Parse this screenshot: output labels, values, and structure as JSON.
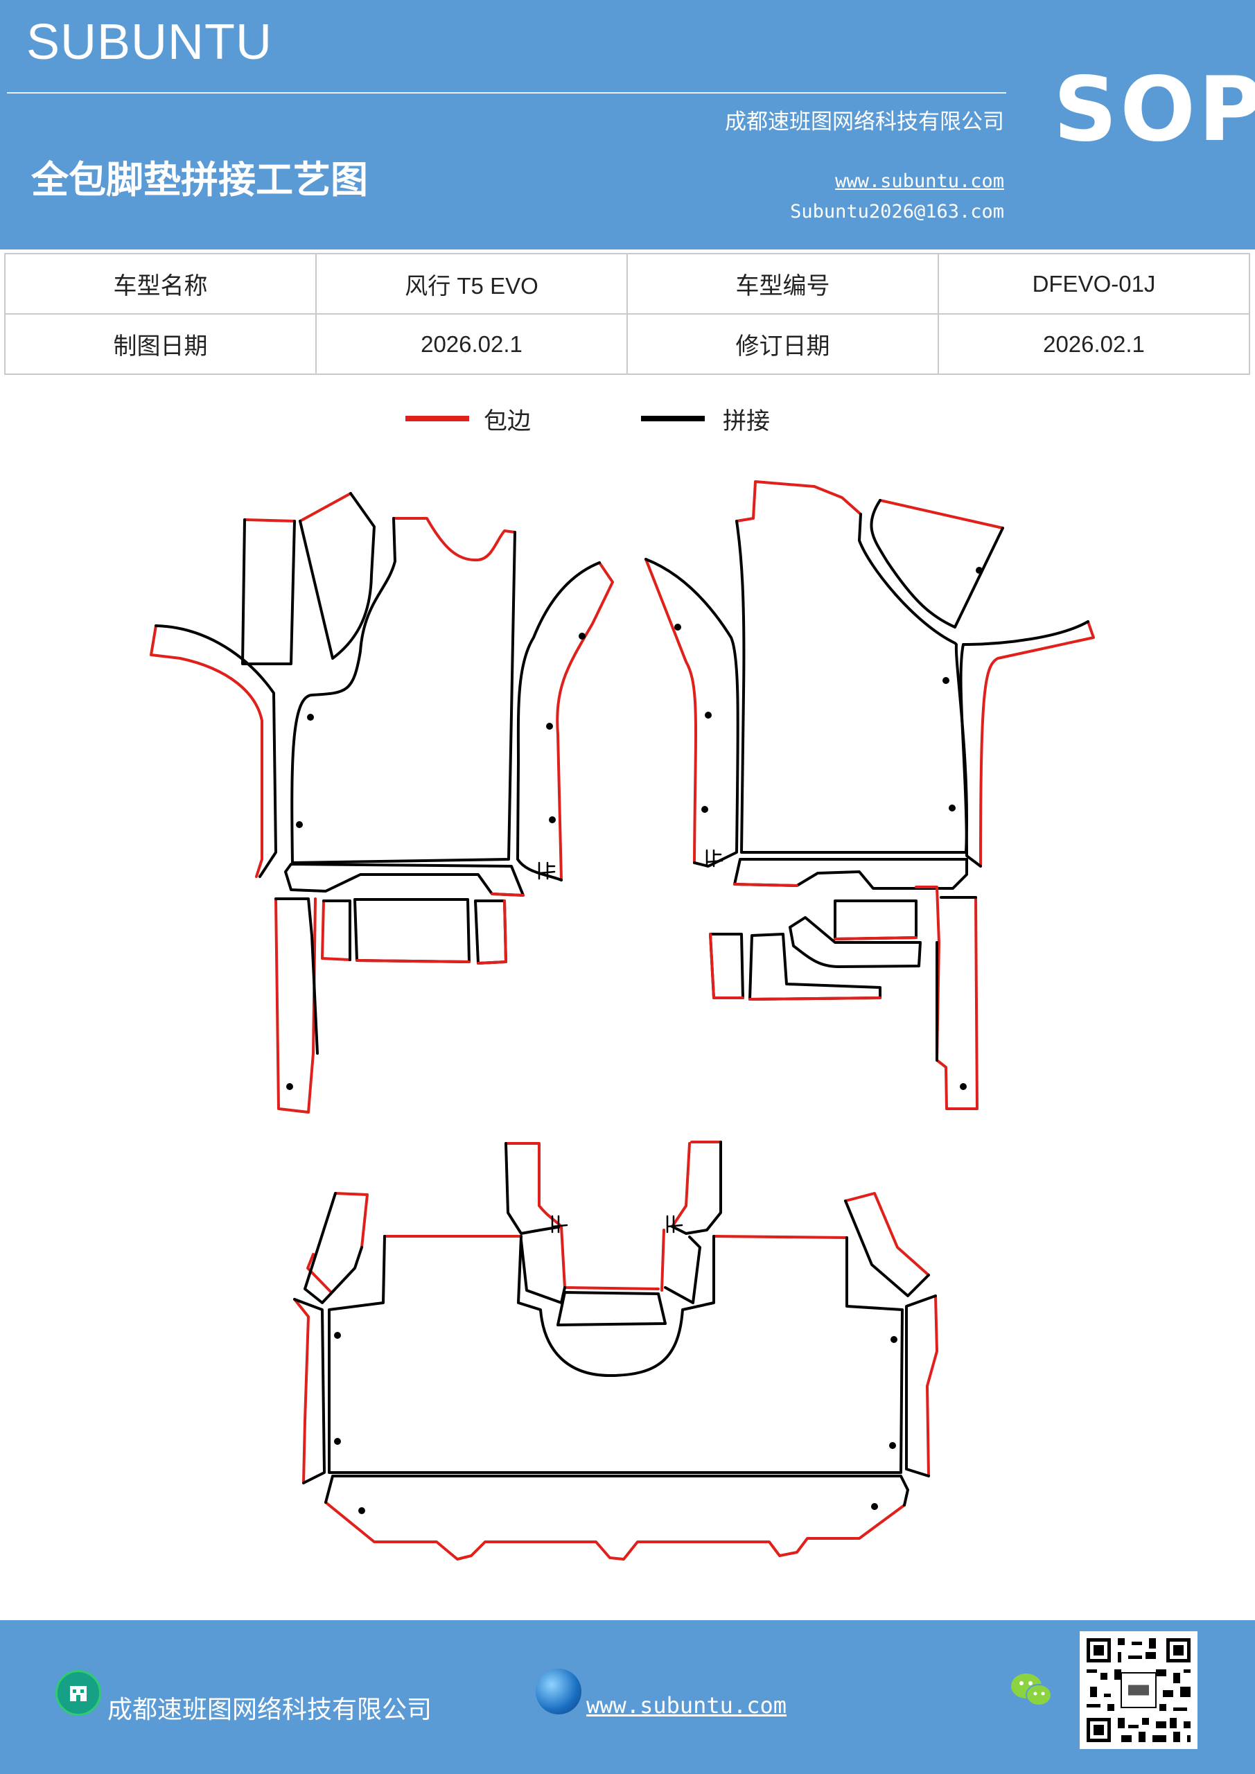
{
  "header": {
    "brand": "SUBUNTU",
    "company": "成都速班图网络科技有限公司",
    "title": "全包脚垫拼接工艺图",
    "website": "www.subuntu.com",
    "email": "Subuntu2026@163.com",
    "badge": "SOP"
  },
  "info_table": {
    "row1": {
      "label1": "车型名称",
      "value1": "风行 T5  EVO",
      "label2": "车型编号",
      "value2": "DFEVO-01J"
    },
    "row2": {
      "label1": "制图日期",
      "value1": "2026.02.1",
      "label2": "修订日期",
      "value2": "2026.02.1"
    }
  },
  "legend": {
    "edge_label": "包边",
    "edge_color": "#e0201b",
    "join_label": "拼接",
    "join_color": "#000000"
  },
  "footer": {
    "company": "成都速班图网络科技有限公司",
    "website": "www.subuntu.com",
    "icons": [
      "building-icon",
      "globe-icon",
      "wechat-icon",
      "qr-code-icon"
    ]
  }
}
